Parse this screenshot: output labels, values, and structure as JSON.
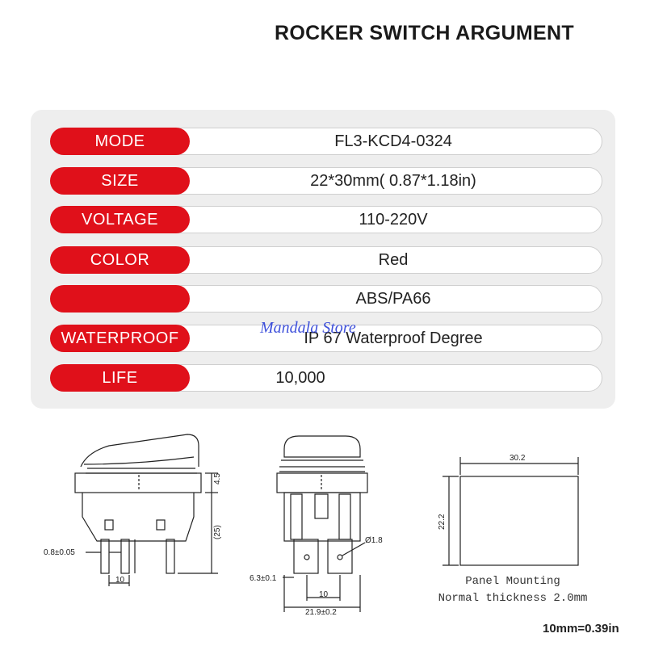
{
  "title": "ROCKER SWITCH ARGUMENT",
  "specs": [
    {
      "label": "MODE",
      "value": "FL3-KCD4-0324"
    },
    {
      "label": "SIZE",
      "value": "22*30mm( 0.87*1.18in)"
    },
    {
      "label": "VOLTAGE",
      "value": "110-220V"
    },
    {
      "label": "COLOR",
      "value": "Red"
    },
    {
      "label": "",
      "value": "ABS/PA66"
    },
    {
      "label": "WATERPROOF",
      "value": "IP 67 Waterproof Degree"
    },
    {
      "label": "LIFE",
      "value": "10,000"
    }
  ],
  "watermark": "Mandala Store",
  "dims": {
    "side_height_top": "4.5",
    "side_height_total": "(25)",
    "side_pin_thickness": "0.8±0.05",
    "side_pin_spacing": "10",
    "front_hole": "Ø1.8",
    "front_pin_width": "6.3±0.1",
    "front_pin_spacing": "10",
    "front_body_width": "21.9±0.2",
    "panel_width": "30.2",
    "panel_height": "22.2"
  },
  "panel_caption_1": "Panel Mounting",
  "panel_caption_2": "Normal thickness 2.0mm",
  "scale_note": "10mm=0.39in",
  "colors": {
    "accent": "#e0101a",
    "panel_bg": "#eeeeee"
  }
}
